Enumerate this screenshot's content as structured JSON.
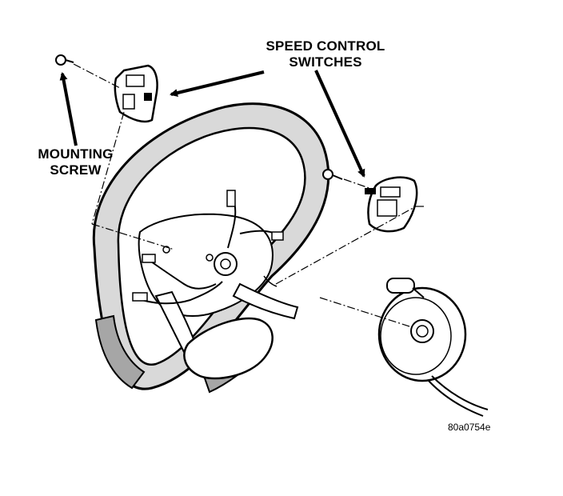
{
  "labels": {
    "speed_control_line1": "SPEED CONTROL",
    "speed_control_line2": "SWITCHES",
    "mounting_line1": "MOUNTING",
    "mounting_line2": "SCREW"
  },
  "figure_code": "80a0754e",
  "colors": {
    "ink": "#000000",
    "paper": "#ffffff",
    "rim": "#d9d9d9",
    "grip": "#a6a6a6"
  }
}
